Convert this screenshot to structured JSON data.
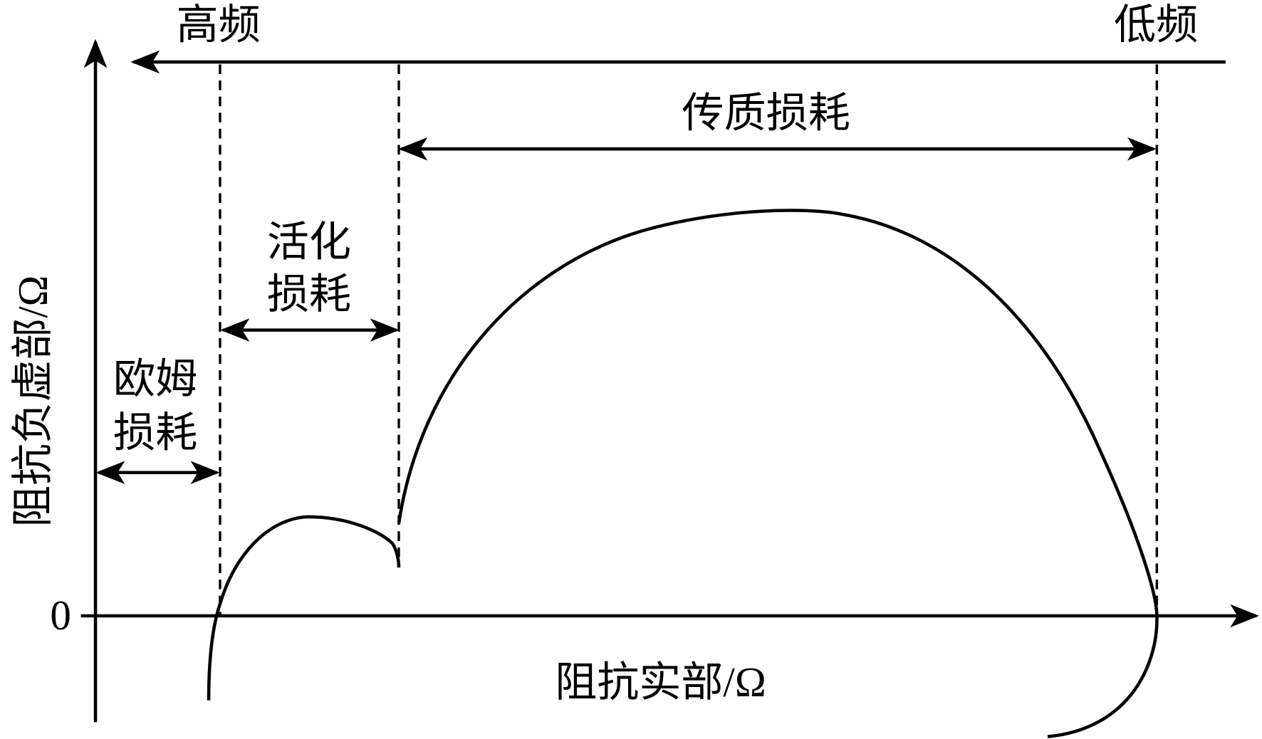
{
  "title_labels": {
    "high_freq": "高频",
    "low_freq": "低频"
  },
  "axes": {
    "y_label": "阻抗负虚部/Ω",
    "x_label": "阻抗实部/Ω",
    "origin_tick": "0"
  },
  "regions": {
    "ohmic_line1": "欧姆",
    "ohmic_line2": "损耗",
    "activation_line1": "活化",
    "activation_line2": "损耗",
    "mass_transfer": "传质损耗"
  },
  "colors": {
    "line": "#000000",
    "background": "#ffffff"
  }
}
